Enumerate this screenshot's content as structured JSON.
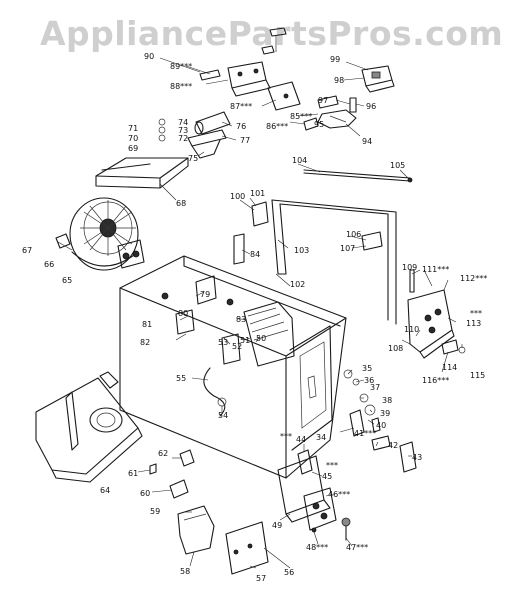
{
  "watermark": "AppliancePartsPros.com",
  "labels": {
    "l90": "90",
    "l89": "89***",
    "l88": "88***",
    "l87": "87***",
    "l86": "86***",
    "l85": "85***",
    "l99": "99",
    "l98": "98",
    "l97": "97",
    "l96": "96",
    "l95": "95",
    "l94": "94",
    "l71": "71",
    "l70": "70",
    "l69": "69",
    "l74": "74",
    "l73": "73",
    "l72": "72",
    "l76": "76",
    "l77": "77",
    "l75": "75",
    "l104": "104",
    "l105": "105",
    "l101": "101",
    "l100": "100",
    "l68": "68",
    "l103": "103",
    "l106": "106",
    "l107": "107",
    "l84": "84",
    "l67": "67",
    "l66": "66",
    "l65": "65",
    "l102": "102",
    "l109": "109",
    "l111": "111***",
    "l112": "112***",
    "l113": "113",
    "l113s": "***",
    "l110": "110",
    "l108": "108",
    "l114": "114",
    "l115": "115",
    "l116": "116***",
    "l79": "79",
    "l80": "80",
    "l81": "81",
    "l83": "83",
    "l82": "82",
    "l53": "53",
    "l52": "52",
    "l51": "51",
    "l50": "50",
    "l55": "55",
    "l54": "54",
    "l35": "35",
    "l36": "36",
    "l37": "37",
    "l38": "38",
    "l39": "39",
    "l40": "40",
    "l41": "41***",
    "l42": "42",
    "l43": "43",
    "l34": "34",
    "l34s": "***",
    "l44": "44",
    "l45": "45",
    "l45s": "***",
    "l46": "46***",
    "l47": "47***",
    "l48": "48***",
    "l49": "49",
    "l62": "62",
    "l61": "61",
    "l60": "60",
    "l59": "59",
    "l64": "64",
    "l58": "58",
    "l57": "57",
    "l56": "56"
  }
}
